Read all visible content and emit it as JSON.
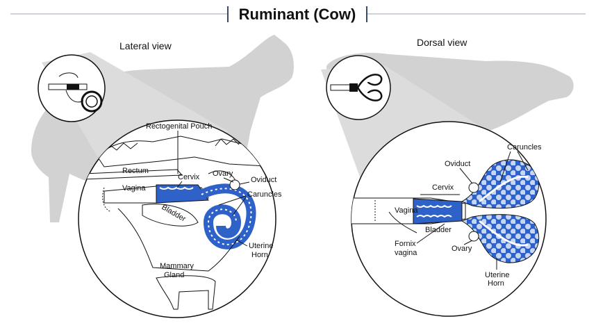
{
  "header": {
    "title": "Ruminant (Cow)"
  },
  "lateral": {
    "heading": "Lateral view",
    "labels": {
      "rectogenital_pouch": "Rectogenital Pouch",
      "rectum": "Rectum",
      "cervix": "Cervix",
      "ovary": "Ovary",
      "oviduct": "Oviduct",
      "vagina": "Vagina",
      "caruncles": "Caruncles",
      "bladder": "Bladder",
      "uterine_horn_1": "Uterine",
      "uterine_horn_2": "Horn",
      "mammary_gland_1": "Mammary",
      "mammary_gland_2": "Gland"
    }
  },
  "dorsal": {
    "heading": "Dorsal view",
    "labels": {
      "caruncles": "Caruncles",
      "oviduct": "Oviduct",
      "cervix": "Cervix",
      "vagina": "Vagina",
      "bladder": "Bladder",
      "fornix_vagina_1": "Fornix",
      "fornix_vagina_2": "vagina",
      "ovary": "Ovary",
      "uterine_horn_1": "Uterine",
      "uterine_horn_2": "Horn"
    }
  },
  "colors": {
    "tissue_blue": "#2f62c9",
    "silhouette_gray": "#d2d2d2",
    "cone_gray": "#dcdcdc",
    "line_gray": "#9aa6b8"
  }
}
